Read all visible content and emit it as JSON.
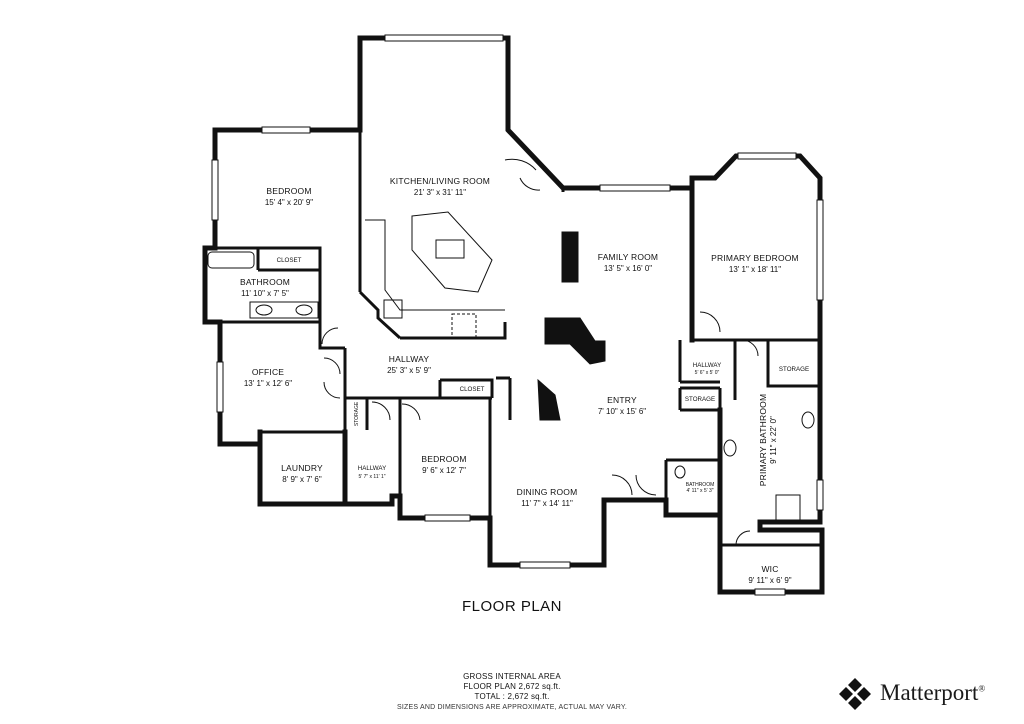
{
  "rooms": [
    {
      "id": "bedroom-1",
      "name": "BEDROOM",
      "dims": "15' 4\" x 20' 9\""
    },
    {
      "id": "kitchen",
      "name": "KITCHEN/LIVING ROOM",
      "dims": "21' 3\" x 31' 11\""
    },
    {
      "id": "family",
      "name": "FAMILY ROOM",
      "dims": "13' 5\" x 16' 0\""
    },
    {
      "id": "primary-bed",
      "name": "PRIMARY BEDROOM",
      "dims": "13' 1\" x 18' 11\""
    },
    {
      "id": "closet-1",
      "name": "CLOSET",
      "dims": ""
    },
    {
      "id": "bath-1",
      "name": "BATHROOM",
      "dims": "11' 10\" x 7' 5\""
    },
    {
      "id": "office",
      "name": "OFFICE",
      "dims": "13' 1\" x 12' 6\""
    },
    {
      "id": "hallway-main",
      "name": "HALLWAY",
      "dims": "25' 3\" x 5' 9\""
    },
    {
      "id": "closet-2",
      "name": "CLOSET",
      "dims": ""
    },
    {
      "id": "storage-1",
      "name": "STORAGE",
      "dims": ""
    },
    {
      "id": "laundry",
      "name": "LAUNDRY",
      "dims": "8' 9\" x 7' 6\""
    },
    {
      "id": "hallway-2",
      "name": "HALLWAY",
      "dims": "5' 7\" x 11' 1\""
    },
    {
      "id": "bedroom-2",
      "name": "BEDROOM",
      "dims": "9' 6\" x 12' 7\""
    },
    {
      "id": "dining",
      "name": "DINING ROOM",
      "dims": "11' 7\" x 14' 11\""
    },
    {
      "id": "entry",
      "name": "ENTRY",
      "dims": "7' 10\" x 15' 6\""
    },
    {
      "id": "hallway-3",
      "name": "HALLWAY",
      "dims": "5' 6\" x 5' 0\""
    },
    {
      "id": "storage-2",
      "name": "STORAGE",
      "dims": ""
    },
    {
      "id": "bath-half",
      "name": "BATHROOM",
      "dims": "4' 11\" x 5' 3\""
    },
    {
      "id": "storage-3",
      "name": "STORAGE",
      "dims": ""
    },
    {
      "id": "primary-bath",
      "name": "PRIMARY BATHROOM",
      "dims": "9' 11\" x 22' 0\""
    },
    {
      "id": "wic",
      "name": "WIC",
      "dims": "9' 11\" x 6' 9\""
    }
  ],
  "plan_title": "FLOOR PLAN",
  "footer": {
    "line1": "GROSS INTERNAL AREA",
    "line2": "FLOOR PLAN 2,672 sq.ft.",
    "line3": "TOTAL : 2,672 sq.ft.",
    "line4": "SIZES AND DIMENSIONS ARE APPROXIMATE, ACTUAL MAY VARY."
  },
  "brand": {
    "name": "Matterport",
    "mark": "®"
  }
}
